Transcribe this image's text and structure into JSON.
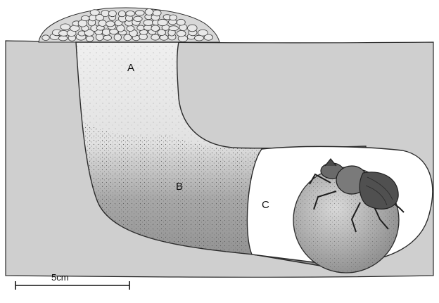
{
  "diagram": {
    "labels": {
      "a": "A",
      "b": "B",
      "c": "C"
    },
    "scale_bar": {
      "label": "5cm"
    },
    "colors": {
      "soil": "#cfcfcf",
      "soil_dark": "#a9a9a9",
      "loose_fill": "#ededed",
      "packed_fill": "#8f8f8f",
      "chamber": "#ffffff",
      "ball": "#bdbdbd",
      "beetle": "#4a4a4a",
      "outline": "#2a2a2a"
    },
    "icons": [
      "soil-mound-icon",
      "dung-ball-icon",
      "dung-beetle-icon"
    ]
  }
}
